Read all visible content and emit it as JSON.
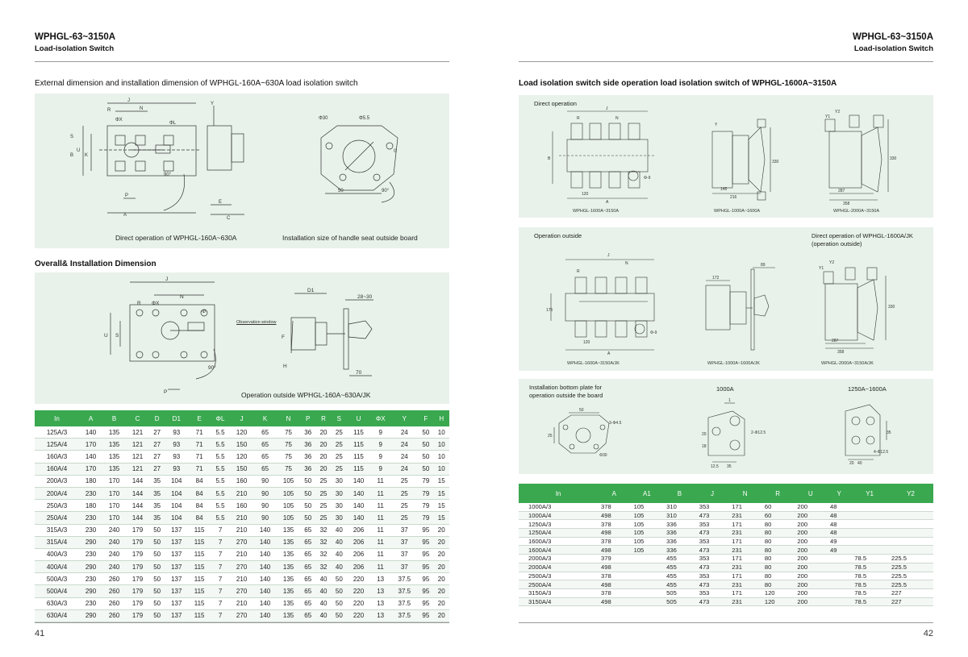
{
  "left_page": {
    "header": {
      "title": "WPHGL-63~3150A",
      "subtitle": "Load-isolation Switch"
    },
    "section1_title": "External dimension and installation dimension of WPHGL-160A~630A load isolation switch",
    "panel1_caption_left": "Direct operation of WPHGL-160A~630A",
    "panel1_caption_right": "Installation size of handle seat outside board",
    "section2_title": "Overall& Installation Dimension",
    "panel2_label_observation": "Observation window",
    "panel2_caption": "Operation outside WPHGL-160A~630A/JK",
    "page_number": "41",
    "table": {
      "headers": [
        "In",
        "A",
        "B",
        "C",
        "D",
        "D1",
        "E",
        "ΦL",
        "J",
        "K",
        "N",
        "P",
        "R",
        "S",
        "U",
        "ΦX",
        "Y",
        "F",
        "H"
      ],
      "rows": [
        [
          "125A/3",
          "140",
          "135",
          "121",
          "27",
          "93",
          "71",
          "5.5",
          "120",
          "65",
          "75",
          "36",
          "20",
          "25",
          "115",
          "9",
          "24",
          "50",
          "10"
        ],
        [
          "125A/4",
          "170",
          "135",
          "121",
          "27",
          "93",
          "71",
          "5.5",
          "150",
          "65",
          "75",
          "36",
          "20",
          "25",
          "115",
          "9",
          "24",
          "50",
          "10"
        ],
        [
          "160A/3",
          "140",
          "135",
          "121",
          "27",
          "93",
          "71",
          "5.5",
          "120",
          "65",
          "75",
          "36",
          "20",
          "25",
          "115",
          "9",
          "24",
          "50",
          "10"
        ],
        [
          "160A/4",
          "170",
          "135",
          "121",
          "27",
          "93",
          "71",
          "5.5",
          "150",
          "65",
          "75",
          "36",
          "20",
          "25",
          "115",
          "9",
          "24",
          "50",
          "10"
        ],
        [
          "200A/3",
          "180",
          "170",
          "144",
          "35",
          "104",
          "84",
          "5.5",
          "160",
          "90",
          "105",
          "50",
          "25",
          "30",
          "140",
          "11",
          "25",
          "79",
          "15"
        ],
        [
          "200A/4",
          "230",
          "170",
          "144",
          "35",
          "104",
          "84",
          "5.5",
          "210",
          "90",
          "105",
          "50",
          "25",
          "30",
          "140",
          "11",
          "25",
          "79",
          "15"
        ],
        [
          "250A/3",
          "180",
          "170",
          "144",
          "35",
          "104",
          "84",
          "5.5",
          "160",
          "90",
          "105",
          "50",
          "25",
          "30",
          "140",
          "11",
          "25",
          "79",
          "15"
        ],
        [
          "250A/4",
          "230",
          "170",
          "144",
          "35",
          "104",
          "84",
          "5.5",
          "210",
          "90",
          "105",
          "50",
          "25",
          "30",
          "140",
          "11",
          "25",
          "79",
          "15"
        ],
        [
          "315A/3",
          "230",
          "240",
          "179",
          "50",
          "137",
          "115",
          "7",
          "210",
          "140",
          "135",
          "65",
          "32",
          "40",
          "206",
          "11",
          "37",
          "95",
          "20"
        ],
        [
          "315A/4",
          "290",
          "240",
          "179",
          "50",
          "137",
          "115",
          "7",
          "270",
          "140",
          "135",
          "65",
          "32",
          "40",
          "206",
          "11",
          "37",
          "95",
          "20"
        ],
        [
          "400A/3",
          "230",
          "240",
          "179",
          "50",
          "137",
          "115",
          "7",
          "210",
          "140",
          "135",
          "65",
          "32",
          "40",
          "206",
          "11",
          "37",
          "95",
          "20"
        ],
        [
          "400A/4",
          "290",
          "240",
          "179",
          "50",
          "137",
          "115",
          "7",
          "270",
          "140",
          "135",
          "65",
          "32",
          "40",
          "206",
          "11",
          "37",
          "95",
          "20"
        ],
        [
          "500A/3",
          "230",
          "260",
          "179",
          "50",
          "137",
          "115",
          "7",
          "210",
          "140",
          "135",
          "65",
          "40",
          "50",
          "220",
          "13",
          "37.5",
          "95",
          "20"
        ],
        [
          "500A/4",
          "290",
          "260",
          "179",
          "50",
          "137",
          "115",
          "7",
          "270",
          "140",
          "135",
          "65",
          "40",
          "50",
          "220",
          "13",
          "37.5",
          "95",
          "20"
        ],
        [
          "630A/3",
          "230",
          "260",
          "179",
          "50",
          "137",
          "115",
          "7",
          "210",
          "140",
          "135",
          "65",
          "40",
          "50",
          "220",
          "13",
          "37.5",
          "95",
          "20"
        ],
        [
          "630A/4",
          "290",
          "260",
          "179",
          "50",
          "137",
          "115",
          "7",
          "270",
          "140",
          "135",
          "65",
          "40",
          "50",
          "220",
          "13",
          "37.5",
          "95",
          "20"
        ]
      ]
    }
  },
  "right_page": {
    "header": {
      "title": "WPHGL-63~3150A",
      "subtitle": "Load-isolation Switch"
    },
    "section_title": "Load isolation switch side operation load isolation switch of WPHGL-1600A~3150A",
    "panel1_title": "Direct operation",
    "panel1_captions": [
      "WPHGL-1600A~3150A",
      "WPHGL-1000A~1600A",
      "WPHGL-2000A~3150A"
    ],
    "panel2_title": "Operation outside",
    "panel2_title_right": "Direct operation of WPHGL-1600A/JK",
    "panel2_title_right2": "(operation outside)",
    "panel2_captions": [
      "WPHGL-1600A~3150A/JK",
      "WPHGL-1000A~1600A/JK",
      "WPHGL-2000A~3150A/JK"
    ],
    "panel3_title_line1": "Installation bottom plate for",
    "panel3_title_line2": "operation outside the board",
    "panel3_label_mid": "1000A",
    "panel3_label_right": "1250A~1600A",
    "page_number": "42",
    "table": {
      "headers": [
        "In",
        "A",
        "A1",
        "B",
        "J",
        "N",
        "R",
        "U",
        "Y",
        "Y1",
        "Y2"
      ],
      "rows": [
        [
          "1000A/3",
          "378",
          "105",
          "310",
          "353",
          "171",
          "60",
          "200",
          "48",
          "",
          ""
        ],
        [
          "1000A/4",
          "498",
          "105",
          "310",
          "473",
          "231",
          "60",
          "200",
          "48",
          "",
          ""
        ],
        [
          "1250A/3",
          "378",
          "105",
          "336",
          "353",
          "171",
          "80",
          "200",
          "48",
          "",
          ""
        ],
        [
          "1250A/4",
          "498",
          "105",
          "336",
          "473",
          "231",
          "80",
          "200",
          "48",
          "",
          ""
        ],
        [
          "1600A/3",
          "378",
          "105",
          "336",
          "353",
          "171",
          "80",
          "200",
          "49",
          "",
          ""
        ],
        [
          "1600A/4",
          "498",
          "105",
          "336",
          "473",
          "231",
          "80",
          "200",
          "49",
          "",
          ""
        ],
        [
          "2000A/3",
          "379",
          "",
          "455",
          "353",
          "171",
          "80",
          "200",
          "",
          "78.5",
          "225.5"
        ],
        [
          "2000A/4",
          "498",
          "",
          "455",
          "473",
          "231",
          "80",
          "200",
          "",
          "78.5",
          "225.5"
        ],
        [
          "2500A/3",
          "378",
          "",
          "455",
          "353",
          "171",
          "80",
          "200",
          "",
          "78.5",
          "225.5"
        ],
        [
          "2500A/4",
          "498",
          "",
          "455",
          "473",
          "231",
          "80",
          "200",
          "",
          "78.5",
          "225.5"
        ],
        [
          "3150A/3",
          "378",
          "",
          "505",
          "353",
          "171",
          "120",
          "200",
          "",
          "78.5",
          "227"
        ],
        [
          "3150A/4",
          "498",
          "",
          "505",
          "473",
          "231",
          "120",
          "200",
          "",
          "78.5",
          "227"
        ]
      ]
    }
  },
  "colors": {
    "table_header": "#3aa84f",
    "panel_bg": "#e8f2ea"
  }
}
